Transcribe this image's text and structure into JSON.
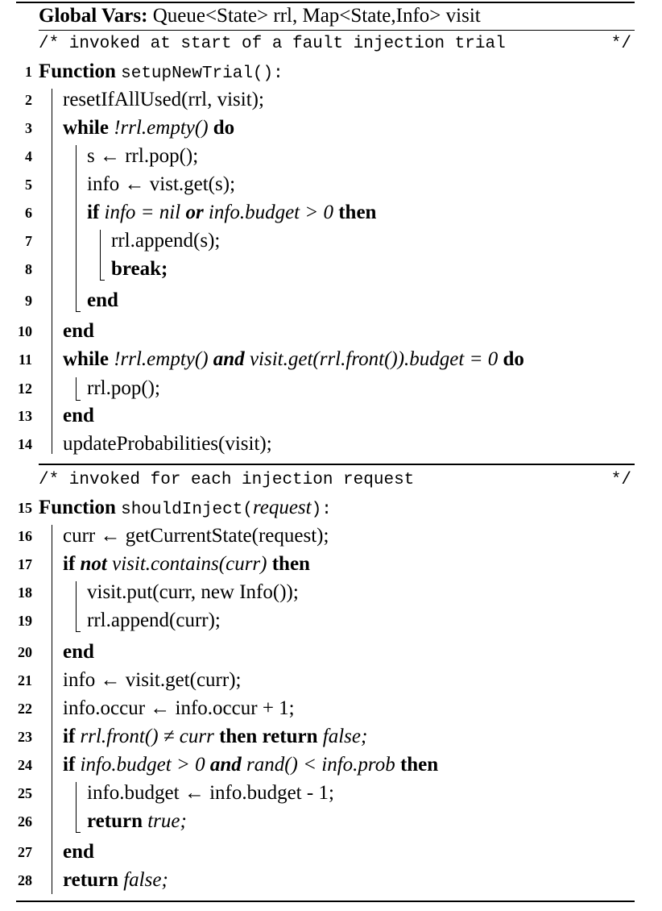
{
  "header": {
    "label": "Global Vars:",
    "vars": "Queue<State> rrl, Map<State,Info> visit"
  },
  "section1": {
    "comment": "/* invoked at start of a fault injection trial",
    "comment_end": "*/",
    "function_keyword": "Function",
    "function_name": "setupNewTrial():"
  },
  "section2": {
    "comment": "/* invoked for each injection request",
    "comment_end": "*/",
    "function_keyword": "Function",
    "function_name": "shouldInject(",
    "function_param": "request",
    "function_close": "):"
  },
  "line_numbers": [
    "1",
    "2",
    "3",
    "4",
    "5",
    "6",
    "7",
    "8",
    "9",
    "10",
    "11",
    "12",
    "13",
    "14",
    "15",
    "16",
    "17",
    "18",
    "19",
    "20",
    "21",
    "22",
    "23",
    "24",
    "25",
    "26",
    "27",
    "28"
  ],
  "code": {
    "l2": "resetIfAllUsed(rrl, visit);",
    "l3a": "while",
    "l3b": " !rrl.empty() ",
    "l3c": "do",
    "l4": "s ← rrl.pop();",
    "l5": "info ← vist.get(s);",
    "l6a": "if",
    "l6b": " info = nil ",
    "l6c": "or",
    "l6d": " info.budget > 0 ",
    "l6e": "then",
    "l7": "rrl.append(s);",
    "l8": "break;",
    "l9": "end",
    "l10": "end",
    "l11a": "while",
    "l11b": " !rrl.empty() ",
    "l11c": "and",
    "l11d": " visit.get(rrl.front()).budget = 0 ",
    "l11e": "do",
    "l12": "rrl.pop();",
    "l13": "end",
    "l14": "updateProbabilities(visit);",
    "l16": "curr ← getCurrentState(request);",
    "l17a": "if",
    "l17b": "not",
    "l17c": " visit.contains(curr) ",
    "l17d": "then",
    "l18": "visit.put(curr, new Info());",
    "l19": "rrl.append(curr);",
    "l20": "end",
    "l21": "info ← visit.get(curr);",
    "l22": "info.occur ← info.occur + 1;",
    "l23a": "if",
    "l23b": " rrl.front() ≠ curr ",
    "l23c": "then return",
    "l23d": " false;",
    "l24a": "if",
    "l24b": " info.budget > 0 ",
    "l24c": "and",
    "l24d": " rand() < info.prob ",
    "l24e": "then",
    "l25": "info.budget ← info.budget - 1;",
    "l26a": "return",
    "l26b": " true;",
    "l27": "end",
    "l28a": "return",
    "l28b": " false;"
  }
}
